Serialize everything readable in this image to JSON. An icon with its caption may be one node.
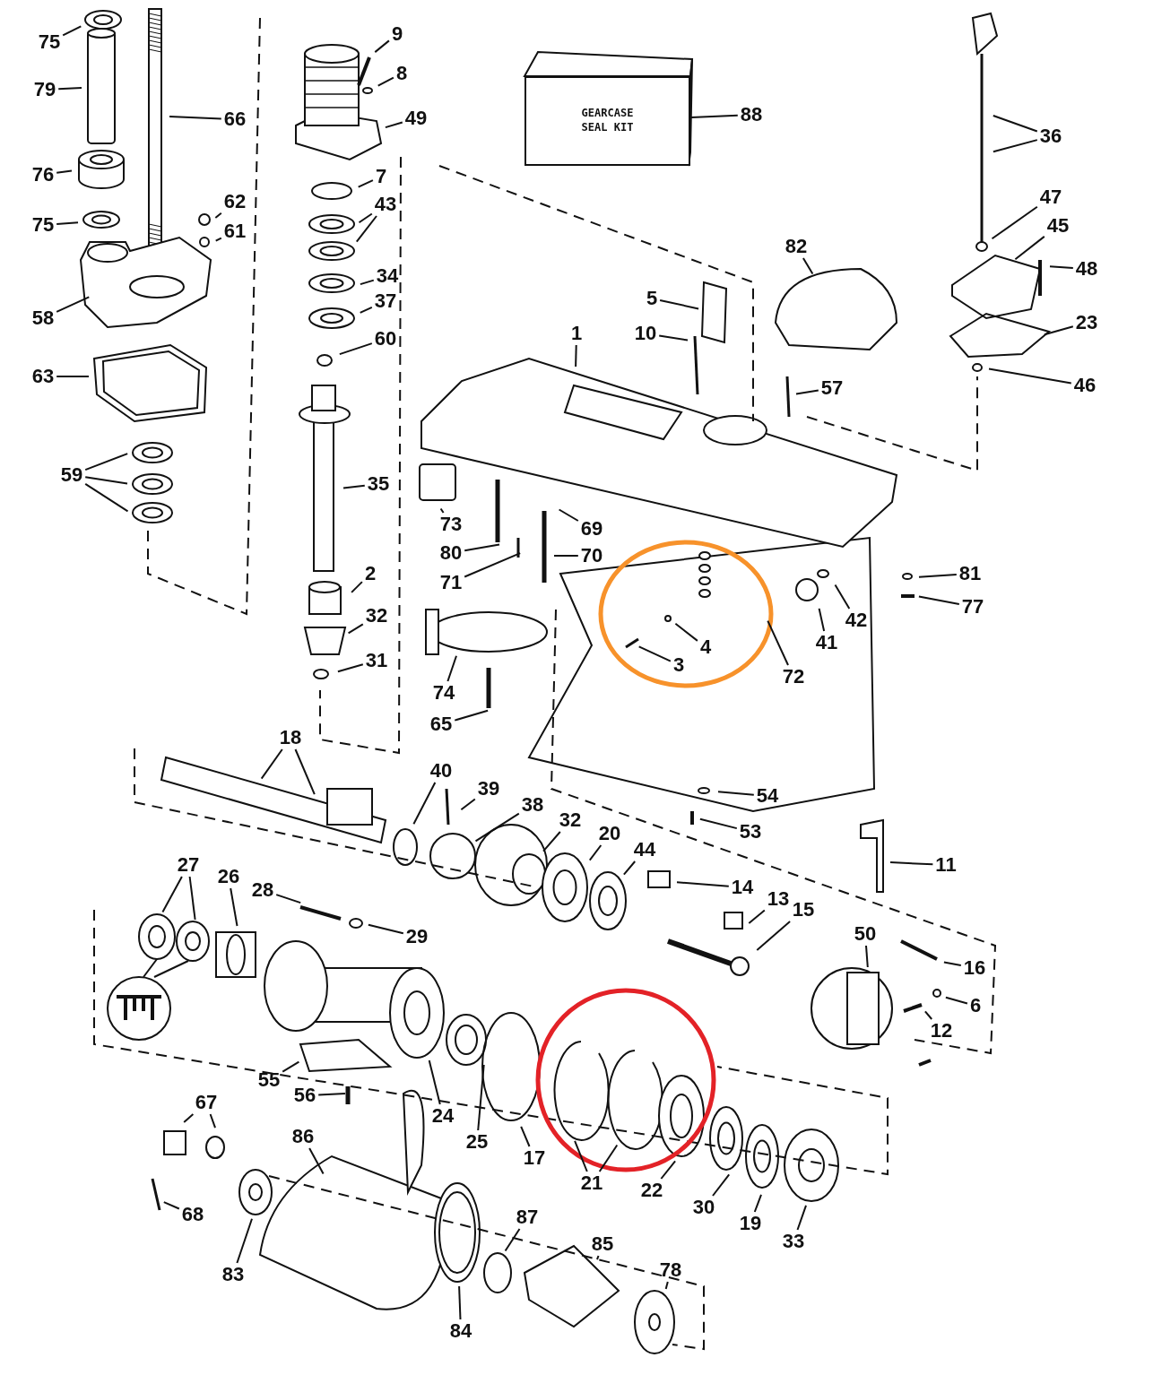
{
  "diagram": {
    "nodes": [
      {
        "text": [
          "75"
        ]
      },
      {
        "text": [
          "79"
        ]
      },
      {
        "text": [
          "66"
        ]
      },
      {
        "text": [
          "76"
        ]
      },
      {
        "text": [
          "75"
        ]
      },
      {
        "text": [
          "62"
        ]
      },
      {
        "text": [
          "61"
        ]
      },
      {
        "text": [
          "58"
        ]
      },
      {
        "text": [
          "63"
        ]
      },
      {
        "text": [
          "59"
        ]
      },
      {
        "text": [
          "9"
        ]
      },
      {
        "text": [
          "8"
        ]
      },
      {
        "text": [
          "49"
        ]
      },
      {
        "text": [
          "7"
        ]
      },
      {
        "text": [
          "43"
        ]
      },
      {
        "text": [
          "34"
        ]
      },
      {
        "text": [
          "37"
        ]
      },
      {
        "text": [
          "60"
        ]
      },
      {
        "text": [
          "35"
        ]
      },
      {
        "text": [
          "2"
        ]
      },
      {
        "text": [
          "32"
        ]
      },
      {
        "text": [
          "31"
        ]
      },
      {
        "text": [
          "GEARCASE SEAL KIT"
        ]
      },
      {
        "text": [
          "88"
        ]
      },
      {
        "text": [
          "36"
        ]
      },
      {
        "text": [
          "47"
        ]
      },
      {
        "text": [
          "45"
        ]
      },
      {
        "text": [
          "48"
        ]
      },
      {
        "text": [
          "82"
        ]
      },
      {
        "text": [
          "23"
        ]
      },
      {
        "text": [
          "46"
        ]
      },
      {
        "text": [
          "5"
        ]
      },
      {
        "text": [
          "10"
        ]
      },
      {
        "text": [
          "1"
        ]
      },
      {
        "text": [
          "57"
        ]
      },
      {
        "text": [
          "73"
        ]
      },
      {
        "text": [
          "69"
        ]
      },
      {
        "text": [
          "80"
        ]
      },
      {
        "text": [
          "70"
        ]
      },
      {
        "text": [
          "71"
        ]
      },
      {
        "text": [
          "74"
        ]
      },
      {
        "text": [
          "65"
        ]
      },
      {
        "text": [
          "3"
        ]
      },
      {
        "text": [
          "4"
        ]
      },
      {
        "text": [
          "72"
        ]
      },
      {
        "text": [
          "41"
        ]
      },
      {
        "text": [
          "42"
        ]
      },
      {
        "text": [
          "81"
        ]
      },
      {
        "text": [
          "77"
        ]
      },
      {
        "text": [
          "18"
        ]
      },
      {
        "text": [
          "40"
        ]
      },
      {
        "text": [
          "39"
        ]
      },
      {
        "text": [
          "38"
        ]
      },
      {
        "text": [
          "32"
        ]
      },
      {
        "text": [
          "20"
        ]
      },
      {
        "text": [
          "44"
        ]
      },
      {
        "text": [
          "54"
        ]
      },
      {
        "text": [
          "53"
        ]
      },
      {
        "text": [
          "11"
        ]
      },
      {
        "text": [
          "14"
        ]
      },
      {
        "text": [
          "13"
        ]
      },
      {
        "text": [
          "15"
        ]
      },
      {
        "text": [
          "27"
        ]
      },
      {
        "text": [
          "26"
        ]
      },
      {
        "text": [
          "28"
        ]
      },
      {
        "text": [
          "29"
        ]
      },
      {
        "text": [
          "50"
        ]
      },
      {
        "text": [
          "16"
        ]
      },
      {
        "text": [
          "6"
        ]
      },
      {
        "text": [
          "12"
        ]
      },
      {
        "text": [
          "55"
        ]
      },
      {
        "text": [
          "56"
        ]
      },
      {
        "text": [
          "24"
        ]
      },
      {
        "text": [
          "25"
        ]
      },
      {
        "text": [
          "17"
        ]
      },
      {
        "text": [
          "21"
        ]
      },
      {
        "text": [
          "22"
        ]
      },
      {
        "text": [
          "30"
        ]
      },
      {
        "text": [
          "19"
        ]
      },
      {
        "text": [
          "33"
        ]
      },
      {
        "text": [
          "67"
        ]
      },
      {
        "text": [
          "68"
        ]
      },
      {
        "text": [
          "86"
        ]
      },
      {
        "text": [
          "83"
        ]
      },
      {
        "text": [
          "87"
        ]
      },
      {
        "text": [
          "85"
        ]
      },
      {
        "text": [
          "78"
        ]
      },
      {
        "text": [
          "84"
        ]
      }
    ],
    "edges": [
      {
        "from": 0,
        "to": null,
        "arrow": "none"
      },
      {
        "from": 1,
        "to": null,
        "arrow": "none"
      },
      {
        "from": 2,
        "to": null,
        "arrow": "none"
      },
      {
        "from": 3,
        "to": null,
        "arrow": "none"
      },
      {
        "from": 4,
        "to": null,
        "arrow": "none"
      },
      {
        "from": 5,
        "to": null,
        "arrow": "none"
      },
      {
        "from": 6,
        "to": null,
        "arrow": "none"
      },
      {
        "from": 7,
        "to": null,
        "arrow": "none"
      },
      {
        "from": 8,
        "to": null,
        "arrow": "none"
      },
      {
        "from": 9,
        "to": null,
        "arrow": "none"
      },
      {
        "from": 9,
        "to": null,
        "arrow": "none"
      },
      {
        "from": 9,
        "to": null,
        "arrow": "none"
      },
      {
        "from": 10,
        "to": null,
        "arrow": "none"
      },
      {
        "from": 11,
        "to": null,
        "arrow": "none"
      },
      {
        "from": 12,
        "to": null,
        "arrow": "none"
      },
      {
        "from": 13,
        "to": null,
        "arrow": "none"
      },
      {
        "from": 14,
        "to": null,
        "arrow": "none"
      },
      {
        "from": 14,
        "to": null,
        "arrow": "none"
      },
      {
        "from": 15,
        "to": null,
        "arrow": "none"
      },
      {
        "from": 16,
        "to": null,
        "arrow": "none"
      },
      {
        "from": 17,
        "to": null,
        "arrow": "none"
      },
      {
        "from": 18,
        "to": null,
        "arrow": "none"
      },
      {
        "from": 19,
        "to": null,
        "arrow": "none"
      },
      {
        "from": 20,
        "to": null,
        "arrow": "none"
      },
      {
        "from": 21,
        "to": null,
        "arrow": "none"
      },
      {
        "from": 23,
        "to": 22,
        "arrow": "none"
      },
      {
        "from": 24,
        "to": null,
        "arrow": "none"
      },
      {
        "from": 24,
        "to": null,
        "arrow": "none"
      },
      {
        "from": 25,
        "to": null,
        "arrow": "none"
      },
      {
        "from": 26,
        "to": null,
        "arrow": "none"
      },
      {
        "from": 27,
        "to": null,
        "arrow": "none"
      },
      {
        "from": 28,
        "to": null,
        "arrow": "none"
      },
      {
        "from": 29,
        "to": null,
        "arrow": "none"
      },
      {
        "from": 30,
        "to": null,
        "arrow": "none"
      },
      {
        "from": 31,
        "to": null,
        "arrow": "none"
      },
      {
        "from": 32,
        "to": null,
        "arrow": "none"
      },
      {
        "from": 33,
        "to": null,
        "arrow": "none"
      },
      {
        "from": 34,
        "to": null,
        "arrow": "none"
      },
      {
        "from": 35,
        "to": null,
        "arrow": "none"
      },
      {
        "from": 36,
        "to": null,
        "arrow": "none"
      },
      {
        "from": 37,
        "to": null,
        "arrow": "none"
      },
      {
        "from": 38,
        "to": null,
        "arrow": "none"
      },
      {
        "from": 39,
        "to": null,
        "arrow": "none"
      },
      {
        "from": 40,
        "to": null,
        "arrow": "none"
      },
      {
        "from": 41,
        "to": null,
        "arrow": "none"
      },
      {
        "from": 42,
        "to": null,
        "arrow": "none"
      },
      {
        "from": 43,
        "to": null,
        "arrow": "none"
      },
      {
        "from": 44,
        "to": null,
        "arrow": "none"
      },
      {
        "from": 45,
        "to": null,
        "arrow": "none"
      },
      {
        "from": 46,
        "to": null,
        "arrow": "none"
      },
      {
        "from": 47,
        "to": null,
        "arrow": "none"
      },
      {
        "from": 48,
        "to": null,
        "arrow": "none"
      },
      {
        "from": 49,
        "to": null,
        "arrow": "none"
      },
      {
        "from": 49,
        "to": null,
        "arrow": "none"
      },
      {
        "from": 50,
        "to": null,
        "arrow": "none"
      },
      {
        "from": 51,
        "to": null,
        "arrow": "none"
      },
      {
        "from": 52,
        "to": null,
        "arrow": "none"
      },
      {
        "from": 53,
        "to": null,
        "arrow": "none"
      },
      {
        "from": 54,
        "to": null,
        "arrow": "none"
      },
      {
        "from": 55,
        "to": null,
        "arrow": "none"
      },
      {
        "from": 56,
        "to": null,
        "arrow": "none"
      },
      {
        "from": 57,
        "to": null,
        "arrow": "none"
      },
      {
        "from": 58,
        "to": null,
        "arrow": "none"
      },
      {
        "from": 59,
        "to": null,
        "arrow": "none"
      },
      {
        "from": 60,
        "to": null,
        "arrow": "none"
      },
      {
        "from": 61,
        "to": null,
        "arrow": "none"
      },
      {
        "from": 62,
        "to": null,
        "arrow": "none"
      },
      {
        "from": 62,
        "to": null,
        "arrow": "none"
      },
      {
        "from": 63,
        "to": null,
        "arrow": "none"
      },
      {
        "from": 64,
        "to": null,
        "arrow": "none"
      },
      {
        "from": 65,
        "to": null,
        "arrow": "none"
      },
      {
        "from": 66,
        "to": null,
        "arrow": "none"
      },
      {
        "from": 67,
        "to": null,
        "arrow": "none"
      },
      {
        "from": 68,
        "to": null,
        "arrow": "none"
      },
      {
        "from": 69,
        "to": null,
        "arrow": "none"
      },
      {
        "from": 70,
        "to": null,
        "arrow": "none"
      },
      {
        "from": 71,
        "to": null,
        "arrow": "none"
      },
      {
        "from": 72,
        "to": null,
        "arrow": "none"
      },
      {
        "from": 73,
        "to": null,
        "arrow": "none"
      },
      {
        "from": 74,
        "to": null,
        "arrow": "none"
      },
      {
        "from": 75,
        "to": null,
        "arrow": "none"
      },
      {
        "from": 75,
        "to": null,
        "arrow": "none"
      },
      {
        "from": 76,
        "to": null,
        "arrow": "none"
      },
      {
        "from": 77,
        "to": null,
        "arrow": "none"
      },
      {
        "from": 78,
        "to": null,
        "arrow": "none"
      },
      {
        "from": 79,
        "to": null,
        "arrow": "none"
      },
      {
        "from": 80,
        "to": null,
        "arrow": "none"
      },
      {
        "from": 80,
        "to": null,
        "arrow": "none"
      },
      {
        "from": 81,
        "to": null,
        "arrow": "none"
      },
      {
        "from": 82,
        "to": null,
        "arrow": "none"
      },
      {
        "from": 83,
        "to": null,
        "arrow": "none"
      },
      {
        "from": 84,
        "to": null,
        "arrow": "none"
      },
      {
        "from": 85,
        "to": null,
        "arrow": "none"
      },
      {
        "from": 86,
        "to": null,
        "arrow": "none"
      },
      {
        "from": 87,
        "to": null,
        "arrow": "none"
      }
    ]
  }
}
